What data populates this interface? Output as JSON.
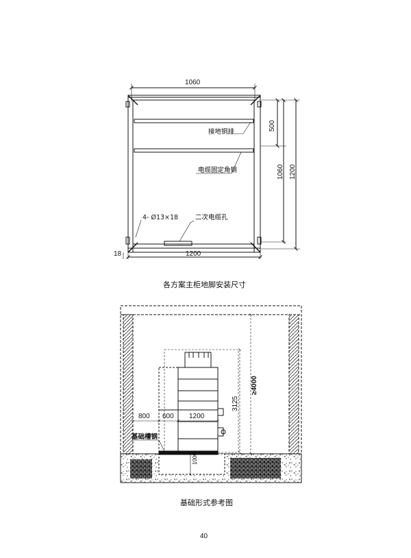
{
  "drawing1": {
    "dim_top": "1060",
    "dim_bottom": "1200",
    "dim_left": "18",
    "dim_500": "500",
    "dim_1060": "1060",
    "dim_1200": "1200",
    "label_ground_bar": "接地铜排",
    "label_cable_angle": "电缆固定角钢",
    "label_holes": "4- Ø13×18",
    "label_secondary_hole": "二次电缆孔",
    "caption": "各方案主柜地脚安装尺寸"
  },
  "drawing2": {
    "dim_800": "800",
    "dim_600": "600",
    "dim_1200": "1200",
    "dim_3125": "3125",
    "dim_4000": "≥4000",
    "dim_1000": "1000",
    "label_channel_steel": "基础槽钢",
    "caption": "基础形式参考图"
  },
  "page_number": "40"
}
